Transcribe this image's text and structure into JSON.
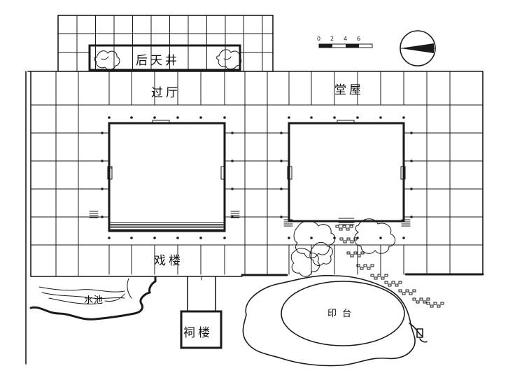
{
  "labels": {
    "rear_courtyard": "后天井",
    "passage_hall": "过厅",
    "main_hall": "堂屋",
    "opera_tower": "戏楼",
    "pond": "水池",
    "ancestral_tower": "祠楼",
    "platform": "印台"
  },
  "scale_bar": {
    "ticks": [
      "0",
      "2",
      "4",
      "6"
    ]
  },
  "colors": {
    "ink": "#1a1a1a",
    "paper": "#ffffff"
  },
  "icons": {
    "north_arrow": "north-arrow-icon",
    "shrub": "shrub-icon"
  }
}
